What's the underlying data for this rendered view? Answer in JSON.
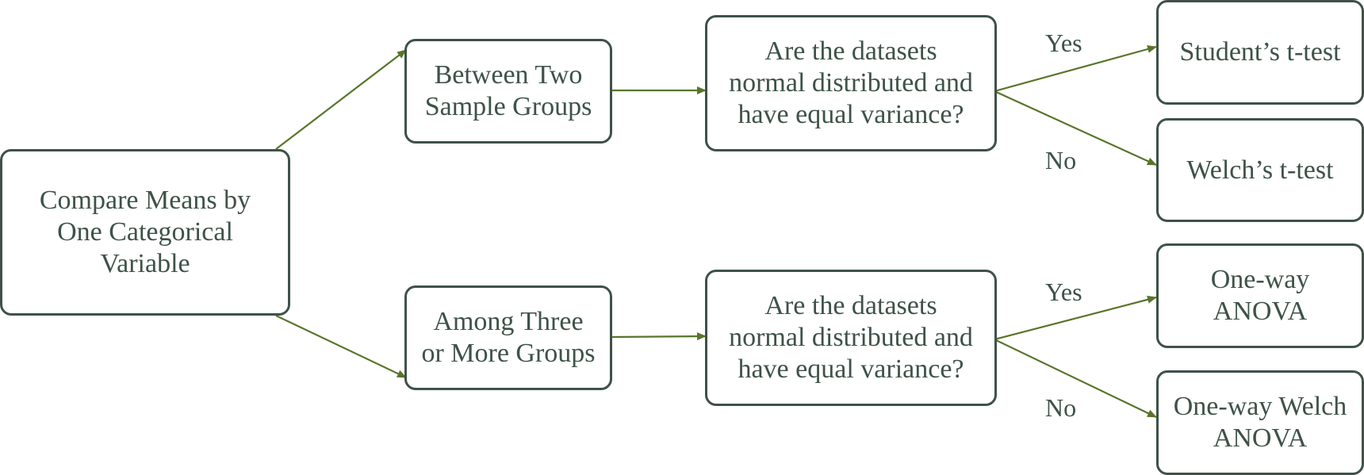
{
  "diagram": {
    "root": {
      "lines": [
        "Compare Means by",
        "One Categorical",
        "Variable"
      ]
    },
    "group_two": {
      "lines": [
        "Between Two",
        "Sample Groups"
      ]
    },
    "group_three": {
      "lines": [
        "Among Three",
        "or More Groups"
      ]
    },
    "question_two": {
      "lines": [
        "Are the datasets",
        "normal distributed and",
        "have equal variance?"
      ]
    },
    "question_three": {
      "lines": [
        "Are the datasets",
        "normal distributed and",
        "have equal variance?"
      ]
    },
    "students_t": {
      "lines": [
        "Student’s t-test"
      ]
    },
    "welch_t": {
      "lines": [
        "Welch’s t-test"
      ]
    },
    "anova": {
      "lines": [
        "One-way",
        "ANOVA"
      ]
    },
    "welch_anova": {
      "lines": [
        "One-way Welch",
        "ANOVA"
      ]
    },
    "edge_labels": {
      "yes_top": "Yes",
      "no_top": "No",
      "yes_bottom": "Yes",
      "no_bottom": "No"
    }
  },
  "colors": {
    "arrow": "#58752a",
    "border": "#3f5148",
    "text": "#3e5248"
  }
}
